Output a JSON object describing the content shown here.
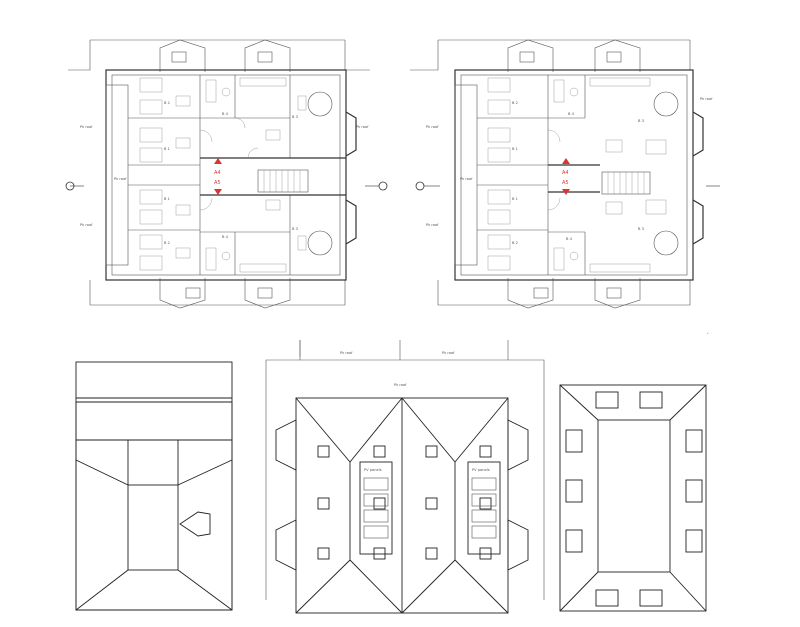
{
  "palette": {
    "line": "#333333",
    "accent": "#dd3333",
    "background": "#ffffff"
  },
  "plans": [
    {
      "red_labels": [
        "A4",
        "A5"
      ],
      "room_labels": [
        "B 2",
        "B 1",
        "B 1",
        "B 2",
        "B 4",
        "B 4",
        "B 3",
        "B 3"
      ],
      "side_labels": [
        "Pk roof",
        "Pk roof",
        "Pk roof",
        "Pk roof"
      ]
    },
    {
      "red_labels": [
        "A4",
        "A5"
      ],
      "room_labels": [
        "B 2",
        "B 1",
        "B 1",
        "B 2",
        "B 4",
        "B 4",
        "B 3",
        "B 3"
      ],
      "side_labels": [
        "Pk roof",
        "Pk roof",
        "Pk roof",
        "Pk roof"
      ]
    }
  ],
  "roof_labels": {
    "top": [
      "Pk roof",
      "Pk roof",
      "Pk roof"
    ],
    "panels": [
      "PV panels",
      "PV panels"
    ]
  },
  "icons": [
    "north-arrow-icon",
    "north-arrow-icon",
    "section-marker-icon",
    "section-marker-icon"
  ]
}
